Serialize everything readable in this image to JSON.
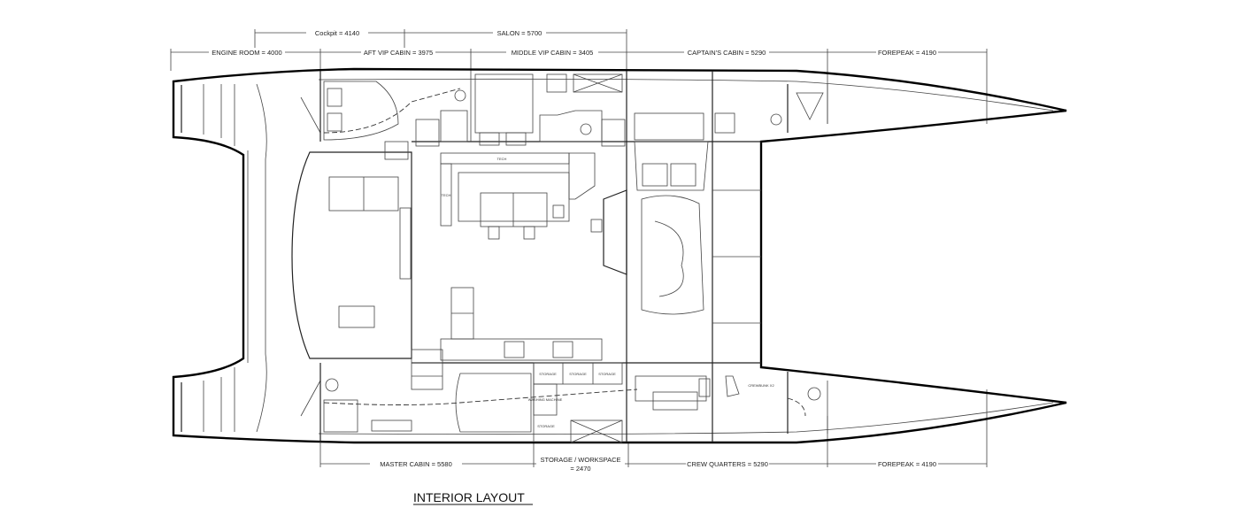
{
  "title": "INTERIOR LAYOUT",
  "dimensions_top_upper": [
    {
      "label": "Cockpit = 4140"
    },
    {
      "label": "SALON = 5700"
    }
  ],
  "dimensions_top": [
    {
      "label": "ENGINE ROOM = 4000"
    },
    {
      "label": "AFT VIP CABIN = 3975"
    },
    {
      "label": "MIDDLE VIP CABIN = 3405"
    },
    {
      "label": "CAPTAIN'S CABIN = 5290"
    },
    {
      "label": "FOREPEAK = 4190"
    }
  ],
  "dimensions_bottom": [
    {
      "label": "MASTER CABIN = 5580"
    },
    {
      "label": "STORAGE / WORKSPACE",
      "label2": "= 2470"
    },
    {
      "label": "CREW QUARTERS = 5290"
    },
    {
      "label": "FOREPEAK = 4190"
    }
  ],
  "room_labels": {
    "tech_1": "TECH",
    "tech_2": "TECH",
    "storage_1": "STORAGE",
    "storage_2": "STORAGE",
    "storage_3": "STORAGE",
    "storage_4": "STORAGE",
    "washing": "WASHING MACHINE",
    "crewbunk": "CREWBUNK X2"
  }
}
